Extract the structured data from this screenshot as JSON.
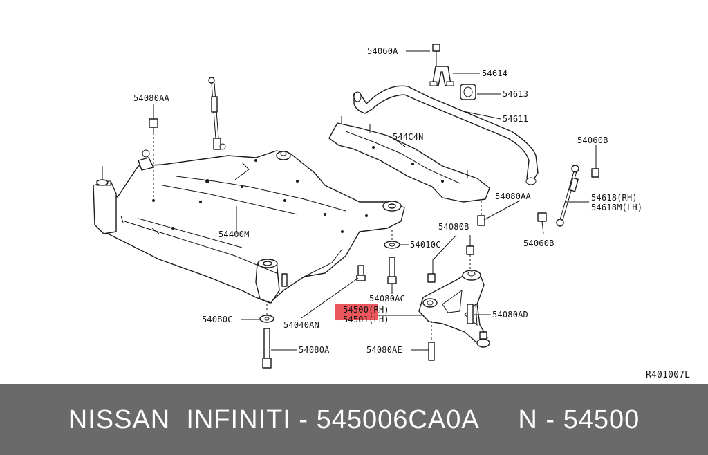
{
  "labels": {
    "l54060A": "54060A",
    "l54614": "54614",
    "l54613": "54613",
    "l54611": "54611",
    "l54080AA_top": "54080AA",
    "l544C4N": "544C4N",
    "l54060B_top": "54060B",
    "l54618RH": "54618(RH)",
    "l54618MLH": "54618M(LH)",
    "l54080AA_right": "54080AA",
    "l54060B_bottom": "54060B",
    "l54400M": "54400M",
    "l54080B": "54080B",
    "l54010C": "54010C",
    "l54080AC": "54080AC",
    "l54500RH": "54500(RH)",
    "l54501LH": "54501(LH)",
    "l54080AD": "54080AD",
    "l54080C": "54080C",
    "l54040AN": "54040AN",
    "l54080A": "54080A",
    "l54080AE": "54080AE",
    "ref": "R401007L"
  },
  "highlight_color": "#e8323a",
  "footer": {
    "text": "NISSAN  INFINITI - 545006CA0A     N - 54500",
    "background": "#6a6a6a"
  }
}
